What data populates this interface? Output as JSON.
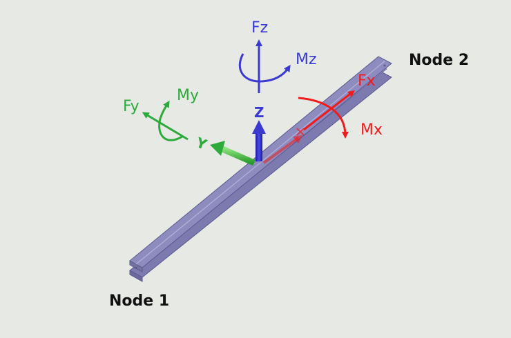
{
  "nodes": {
    "node1": "Node 1",
    "node2": "Node 2"
  },
  "axes": {
    "x_letter": "X",
    "y_letter": "Y",
    "z_letter": "Z"
  },
  "forces": {
    "fx": "Fx",
    "fy": "Fy",
    "fz": "Fz"
  },
  "moments": {
    "mx": "Mx",
    "my": "My",
    "mz": "Mz"
  },
  "colors": {
    "background": "#e6e9e4",
    "beam": "#8a88b8",
    "x_axis": "#ee1c1c",
    "y_axis": "#2eaa3c",
    "z_axis": "#3a3ad0",
    "node_text": "#111111"
  }
}
